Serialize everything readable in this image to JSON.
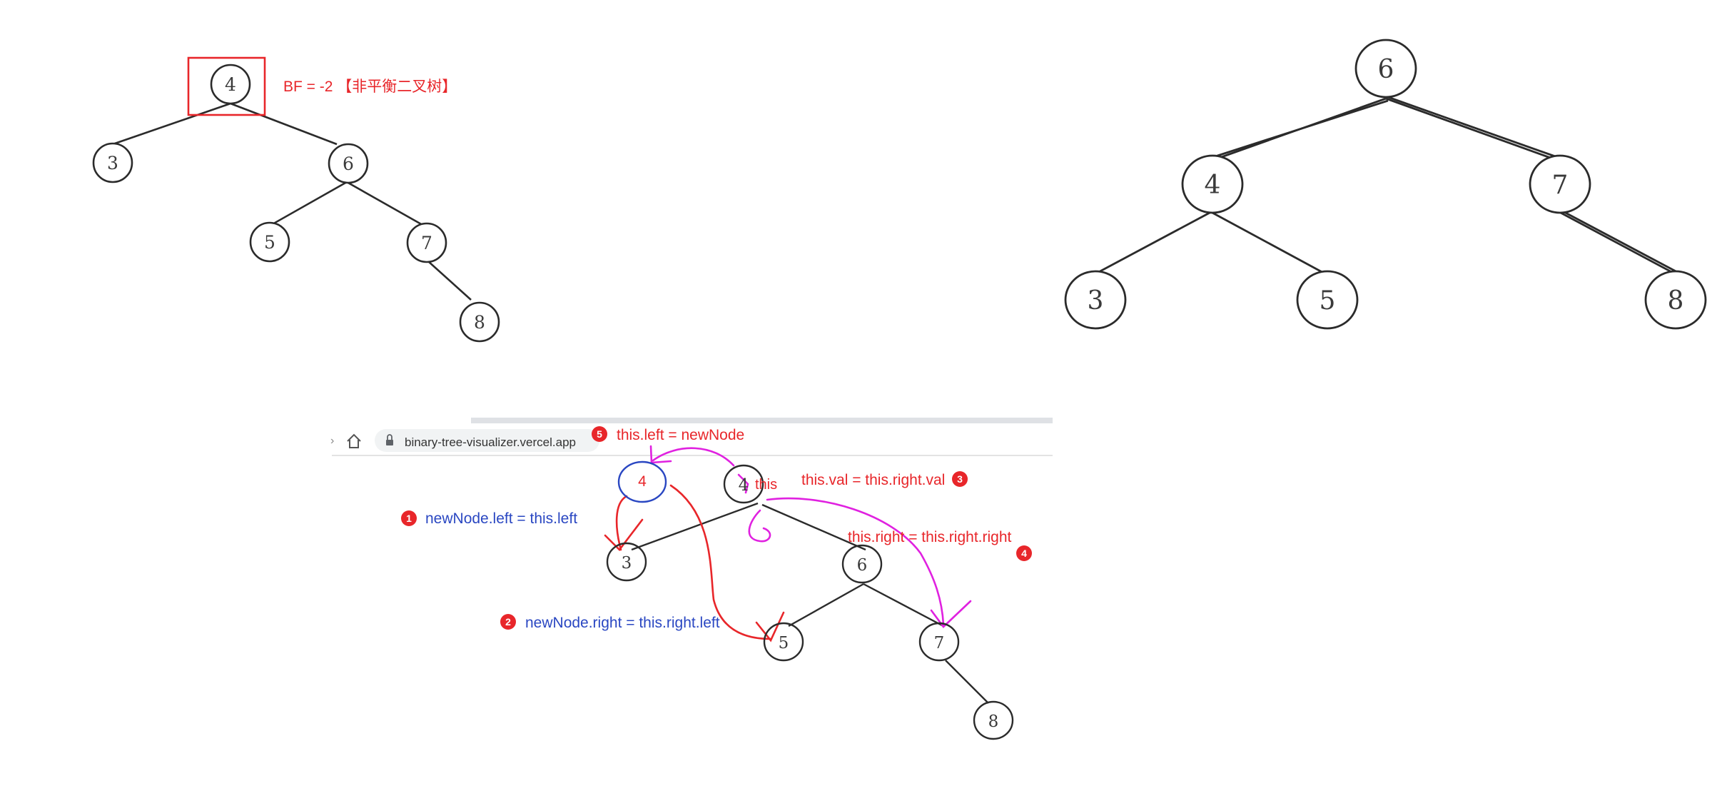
{
  "tree1": {
    "nodes": {
      "n4": "4",
      "n3": "3",
      "n6": "6",
      "n5": "5",
      "n7": "7",
      "n8": "8"
    },
    "bf_label": "BF = -2 【非平衡二叉树】"
  },
  "tree2": {
    "nodes": {
      "n6": "6",
      "n4": "4",
      "n7": "7",
      "n3": "3",
      "n5": "5",
      "n8": "8"
    }
  },
  "browser": {
    "url": "binary-tree-visualizer.vercel.app"
  },
  "tree3": {
    "nodes": {
      "newnode": "4",
      "n4": "4",
      "n3": "3",
      "n6": "6",
      "n5": "5",
      "n7": "7",
      "n8": "8"
    },
    "this_label": "this"
  },
  "steps": [
    {
      "num": "1",
      "text": "newNode.left = this.left"
    },
    {
      "num": "2",
      "text": "newNode.right = this.right.left"
    },
    {
      "num": "3",
      "text": "this.val = this.right.val"
    },
    {
      "num": "4",
      "text": "this.right = this.right.right"
    },
    {
      "num": "5",
      "text": "this.left = newNode"
    }
  ],
  "colors": {
    "red": "#e8262a",
    "blue": "#2a47c2",
    "magenta": "#e021e0",
    "ink": "#2b2b2b"
  }
}
